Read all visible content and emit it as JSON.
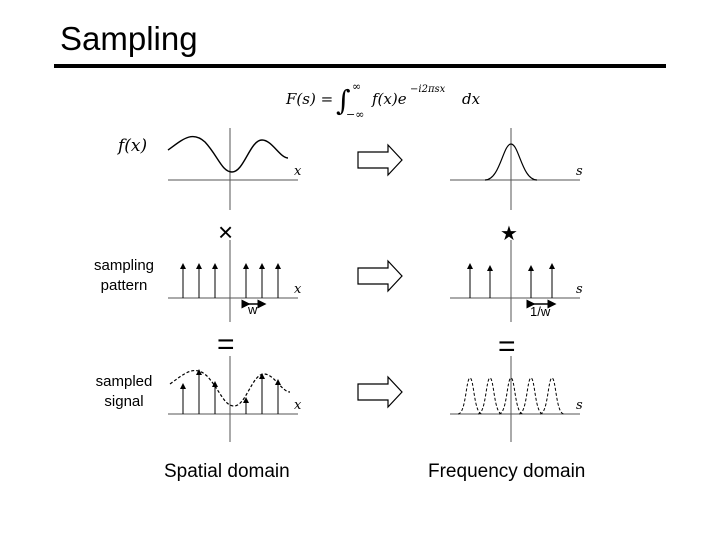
{
  "slide": {
    "title": "Sampling",
    "formula": "F(s) = ∫ f(x)e⁻ⁱ²πˢˣ dx",
    "formula_lower_limit": "−∞",
    "formula_upper_limit": "∞",
    "fx_label": "f(x)",
    "x_axis_label": "x",
    "s_axis_label": "s",
    "multiply_symbol": "×",
    "convolve_symbol": "★",
    "equals_symbol": "=",
    "sampling_pattern_label": "sampling\npattern",
    "sampled_signal_label": "sampled\nsignal",
    "spacing_label": "w",
    "freq_spacing_label": "1/w",
    "spatial_domain_label": "Spatial domain",
    "frequency_domain_label": "Frequency domain"
  }
}
